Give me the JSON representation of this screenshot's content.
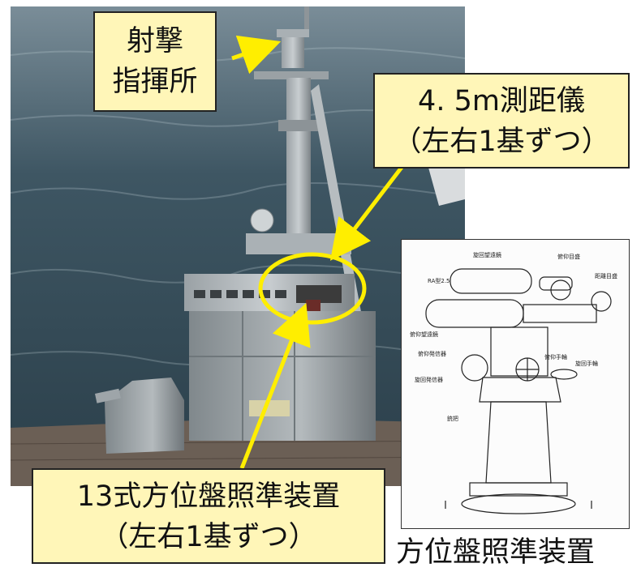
{
  "callouts": {
    "fire_control": {
      "line1": "射撃",
      "line2": "指揮所"
    },
    "rangefinder": {
      "line1": "4. 5m測距儀",
      "line2": "（左右1基ずつ）"
    },
    "director": {
      "line1": "13式方位盤照準装置",
      "line2": "（左右1基ずつ）"
    }
  },
  "diagram": {
    "caption": "方位盤照準装置",
    "labels": [
      "旋回望遠鏡",
      "俯仰目盛",
      "距離目盛",
      "RA型2.5",
      "俯仰望遠鏡",
      "俯仰発信器",
      "俯仰手輪",
      "旋回手輪",
      "旋回発信器",
      "銃把"
    ]
  },
  "colors": {
    "callout_fill": "#fff6b8",
    "arrow": "#ffee00",
    "highlight_ring": "#ffee00"
  }
}
